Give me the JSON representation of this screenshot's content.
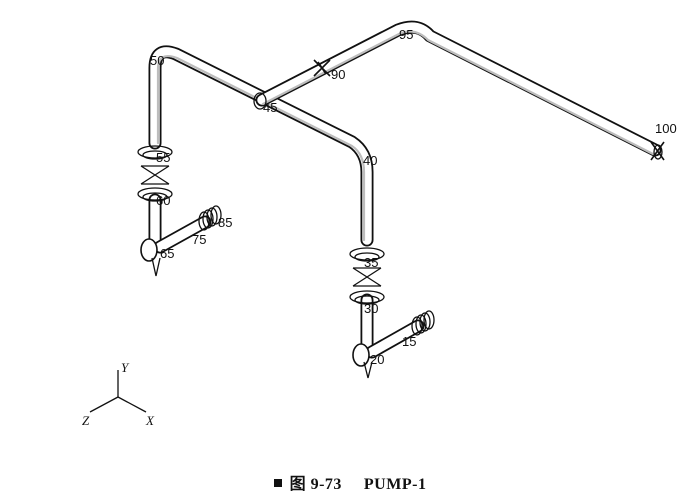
{
  "figure": {
    "caption_prefix": "图 9-73",
    "caption_title": "PUMP-1"
  },
  "axes": {
    "x": "X",
    "y": "Y",
    "z": "Z"
  },
  "nodes": {
    "n15": "15",
    "n20": "20",
    "n30": "30",
    "n35": "35",
    "n40": "40",
    "n45": "45",
    "n50": "50",
    "n55": "55",
    "n60": "60",
    "n65": "65",
    "n75": "75",
    "n85": "85",
    "n90": "90",
    "n95": "95",
    "n100": "100"
  }
}
